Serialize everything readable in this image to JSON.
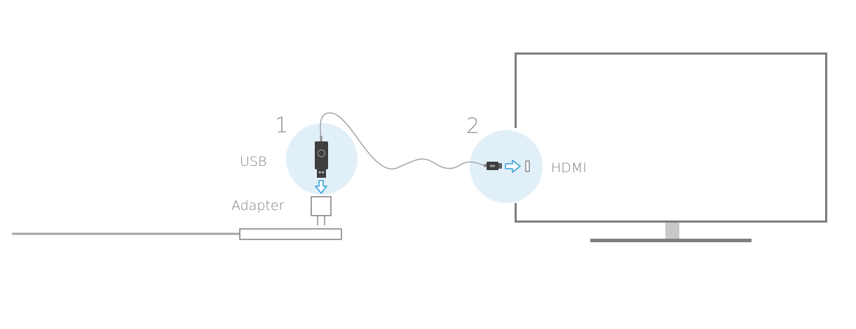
{
  "steps": {
    "step1": "1",
    "step2": "2"
  },
  "labels": {
    "usb": "USB",
    "adapter": "Adapter",
    "hdmi": "HDMI"
  },
  "colors": {
    "highlight_circle": "#e1eff8",
    "arrow": "#2d9fd9",
    "outline_gray": "#7d7d7d",
    "cable_gray": "#a3a3a3",
    "device_dark": "#3e3e40",
    "tv_stand": "#c8c8c8"
  },
  "icons": {
    "usb_dongle": "usb-dongle-icon",
    "hdmi_port": "hdmi-port-icon",
    "power_adapter": "power-adapter-icon",
    "television": "television-icon"
  }
}
